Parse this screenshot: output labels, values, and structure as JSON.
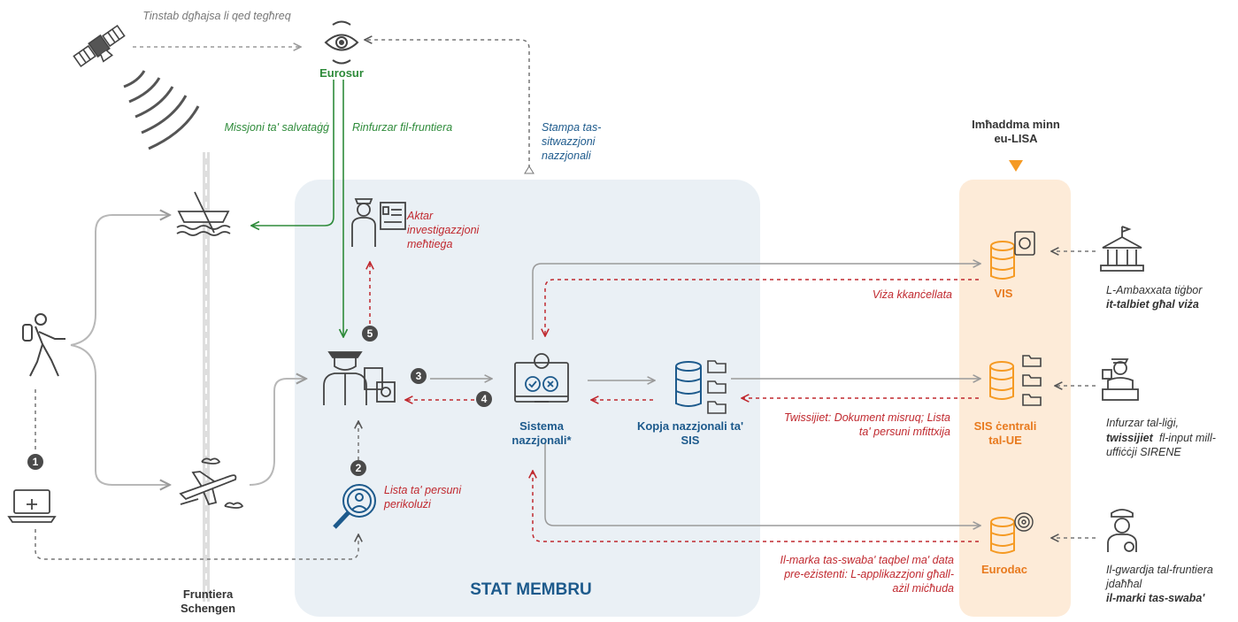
{
  "labels": {
    "satellite_note": "Tinstab dgħajsa li qed tegħreq",
    "eurosur": "Eurosur",
    "rescue_mission": "Missjoni ta' salvataġġ",
    "border_reinforcement": "Rinfurzar fil-fruntiera",
    "national_situation": "Stampa tas-sitwazzjoni nazzjonali",
    "eu_lisa_header": "Imħaddma minn eu-LISA",
    "more_investigation": "Aktar investigazzjoni meħtieġa",
    "visa_cancelled": "Viża kkanċellata",
    "vis": "VIS",
    "embassy_note_a": "L-Ambaxxata tiġbor",
    "embassy_note_b": "it-talbiet għal viża",
    "national_system": "Sistema nazzjonali*",
    "sis_copy": "Kopja nazzjonali ta' SIS",
    "sis_central": "SIS ċentrali tal-UE",
    "alerts_list": "Twissijiet: Dokument misruq; Lista ta' persuni mfittxija",
    "sirene_a": "Infurzar tal-liġi,",
    "sirene_b": "twissijiet",
    "sirene_c": "fl-input mill-uffiċċji SIRENE",
    "dangerous_persons": "Lista ta' persuni perikolużi",
    "schengen_border": "Fruntiera Schengen",
    "member_state": "STAT MEMBRU",
    "fingerprint_match": "Il-marka tas-swaba' taqbel ma' data pre-eżistenti: L-applikazzjoni għall-ażil miċħuda",
    "eurodac": "Eurodac",
    "guard_note_a": "Il-gwardja tal-fruntiera jdaħħal",
    "guard_note_b": "il-marki tas-swaba'"
  },
  "step_numbers": [
    "1",
    "2",
    "3",
    "4",
    "5"
  ],
  "colors": {
    "member_state_bg": "#eaf0f5",
    "eu_lisa_bg": "#fdebd8",
    "orange": "#f59a23",
    "red": "#c0282e",
    "green": "#2e8b3a",
    "blue": "#1d5a8c",
    "dark": "#333333"
  },
  "icons": [
    "satellite-icon",
    "eye-icon",
    "boat-icon",
    "hiker-icon",
    "laptop-icon",
    "plane-icon",
    "border-guard-icon",
    "investigator-icon",
    "magnifier-person-icon",
    "system-gear-icon",
    "database-icon",
    "embassy-icon",
    "officer-icon",
    "guard-icon"
  ]
}
